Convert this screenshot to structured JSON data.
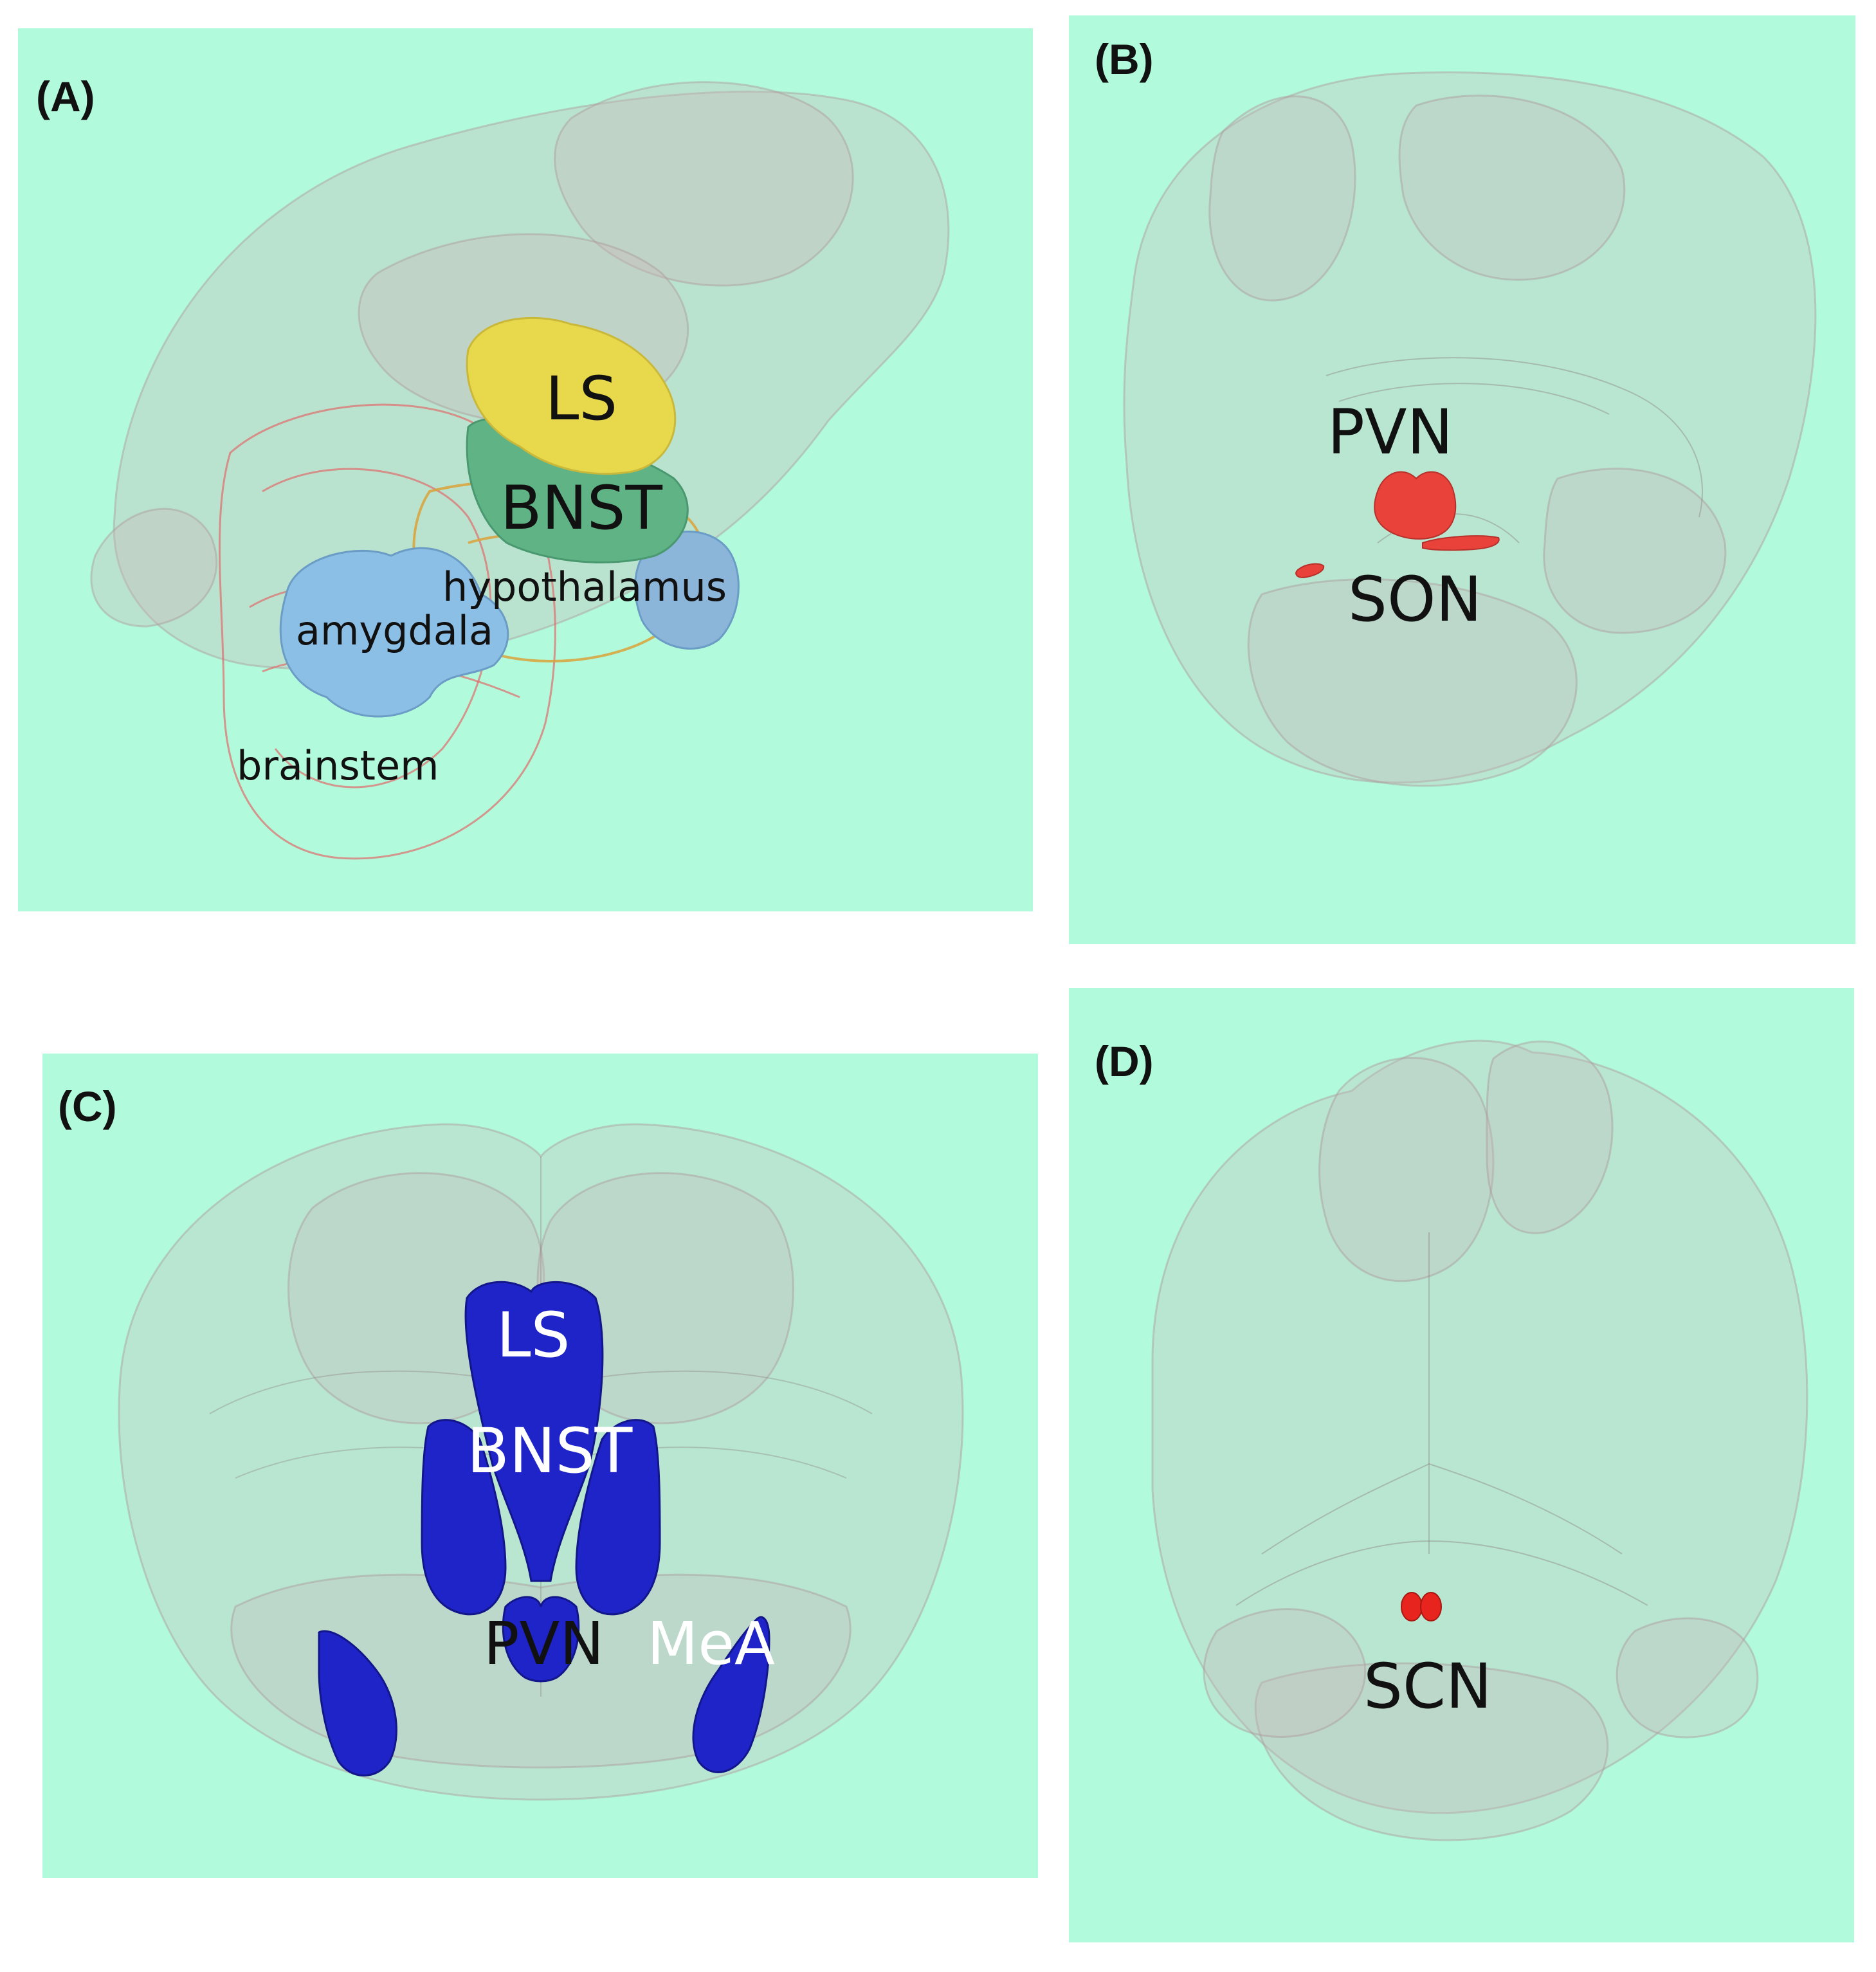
{
  "panels": {
    "a": {
      "label": "(A)",
      "regions": {
        "ls": "LS",
        "bnst": "BNST",
        "hypothalamus": "hypothalamus",
        "amygdala": "amygdala",
        "brainstem": "brainstem"
      },
      "colors": {
        "ls": "#e8d84c",
        "bnst": "#5fb384",
        "hypothalamus": "#d9a23a",
        "amygdala": "#8cbfe6",
        "brainstem": "#e06b6b"
      }
    },
    "b": {
      "label": "(B)",
      "regions": {
        "pvn": "PVN",
        "son": "SON"
      },
      "colors": {
        "nuclei": "#e8423a"
      }
    },
    "c": {
      "label": "(C)",
      "regions": {
        "ls": "LS",
        "bnst": "BNST",
        "pvn": "PVN",
        "mea": "MeA"
      },
      "colors": {
        "nuclei": "#1f24c8"
      }
    },
    "d": {
      "label": "(D)",
      "regions": {
        "scn": "SCN"
      },
      "colors": {
        "nuclei": "#e8241e"
      }
    }
  },
  "background_color": "#b2fadc",
  "brain_outline_color": "#c9b6b6"
}
